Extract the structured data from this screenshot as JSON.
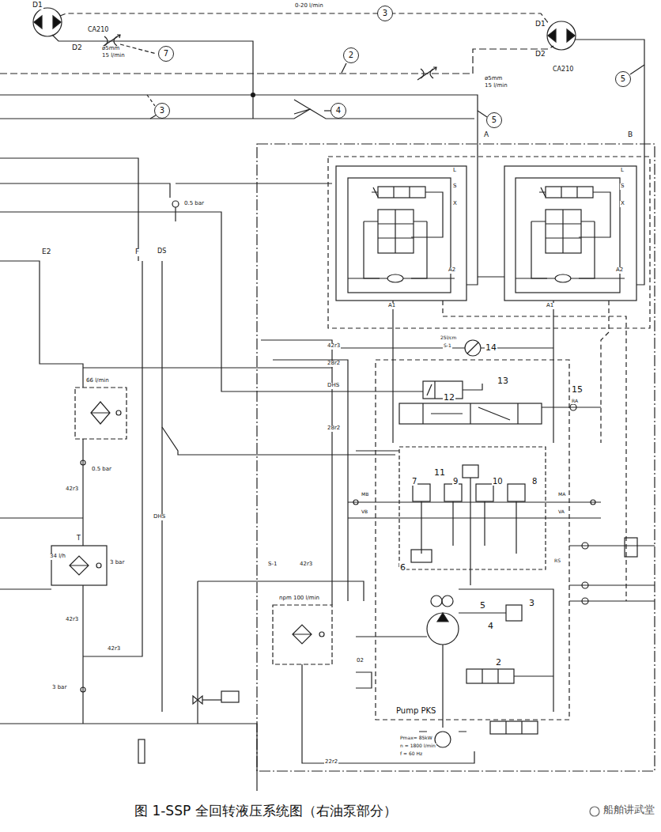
{
  "diagram": {
    "caption": "图 1-SSP 全回转液压系统图（右油泵部分）",
    "nodes": [
      {
        "text": [
          "3"
        ]
      },
      {
        "text": [
          "7"
        ]
      },
      {
        "text": [
          "2"
        ]
      },
      {
        "text": [
          "5"
        ]
      },
      {
        "text": [
          "3"
        ]
      },
      {
        "text": [
          "4"
        ]
      },
      {
        "text": [
          "5"
        ]
      }
    ],
    "labels": [
      "D1",
      "D2",
      "CA210",
      "0-20 l/min",
      "ø5mm",
      "15 l/min",
      "D1",
      "D2",
      "CA210",
      "ø5mm",
      "15 l/min",
      "A",
      "B",
      "L",
      "S",
      "X",
      "A2",
      "A1",
      "L",
      "S",
      "X",
      "A2",
      "A1",
      "0.5 bar",
      "E2",
      "F",
      "DS",
      "42r3",
      "28r2",
      "DHS",
      "28r2",
      "25l/cm",
      "S-1",
      "14",
      "13",
      "12",
      "15",
      "11",
      "9",
      "10",
      "7",
      "8",
      "6",
      "MB",
      "MA",
      "VB",
      "VA",
      "RS",
      "RA",
      "5",
      "3",
      "4",
      "2",
      "Pump PKS",
      "Pmax= 85kW",
      "n = 1800 l/min",
      "f = 60 Hz",
      "npm 100 l/min",
      "66 l/min",
      "0.5 bar",
      "42r3",
      "T",
      "34 l/h",
      "3 bar",
      "42r3",
      "42r3",
      "3 bar",
      "DHS",
      "S-1",
      "42r3",
      "02",
      "22r2",
      "船舶讲武堂"
    ]
  }
}
